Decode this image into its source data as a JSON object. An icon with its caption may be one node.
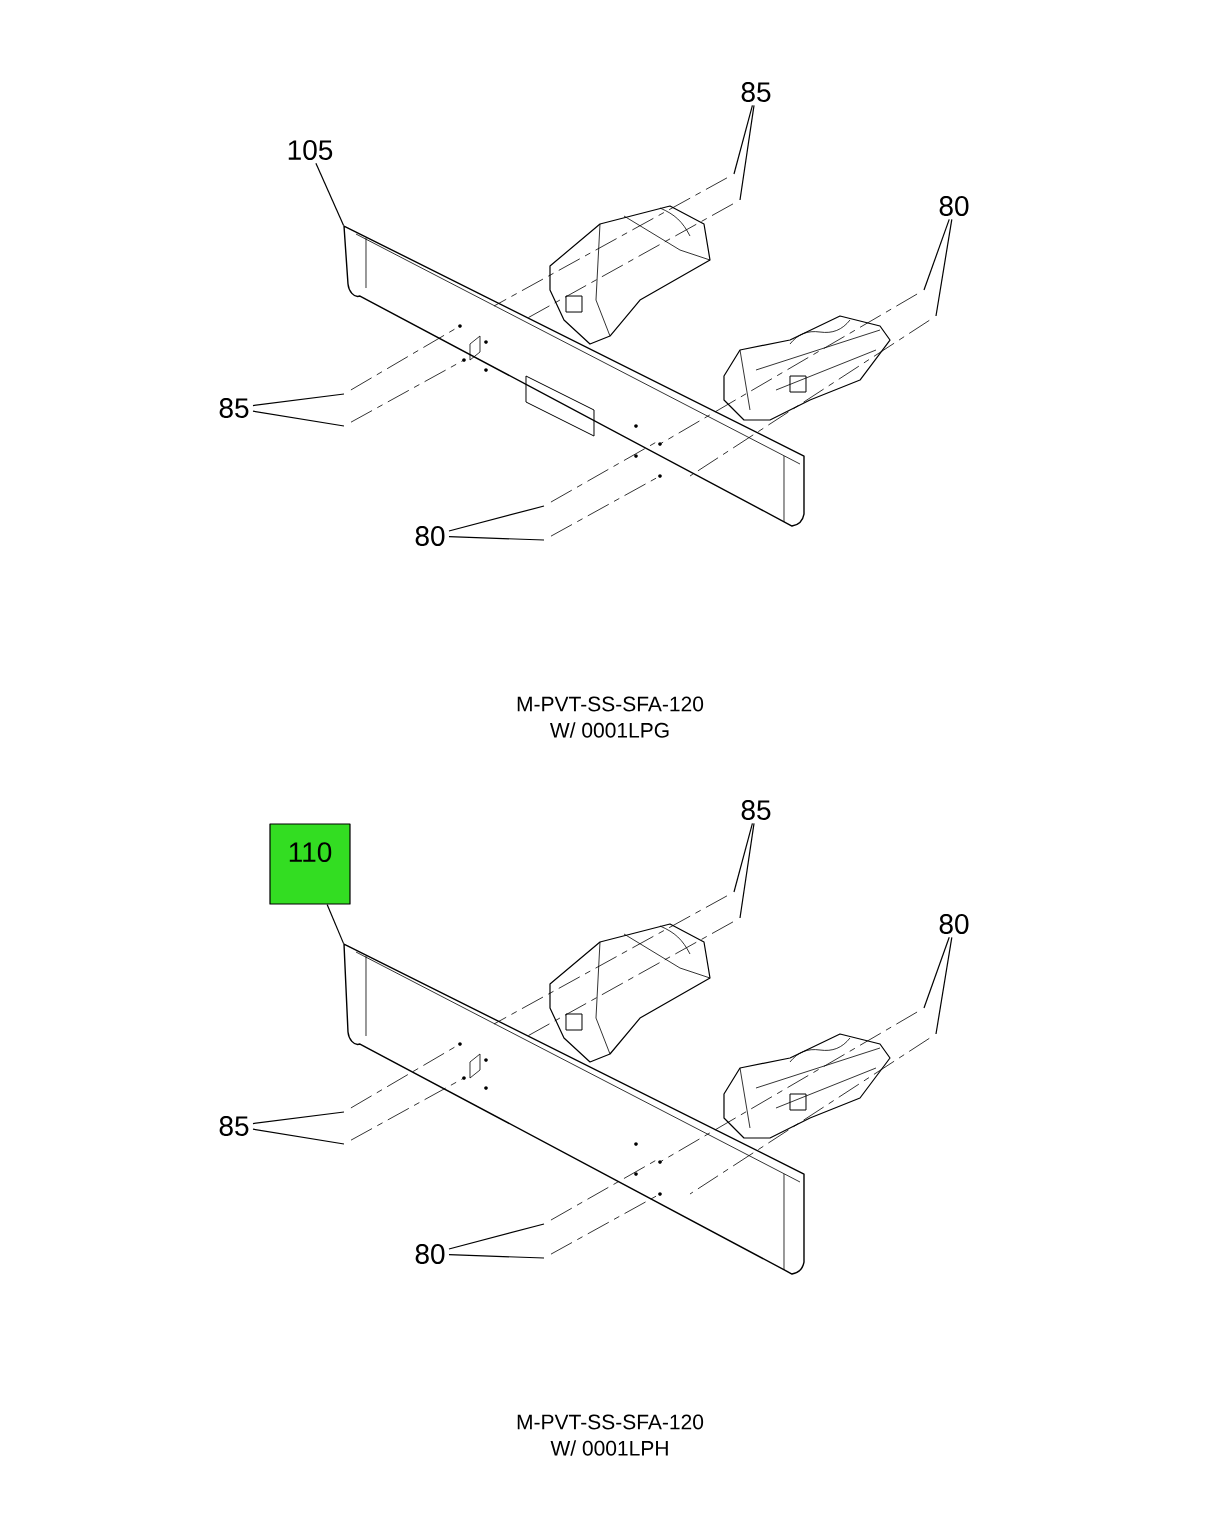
{
  "diagram": {
    "nodes": [
      {
        "text": [
          "105"
        ]
      },
      {
        "text": [],
        "shape": "picture"
      },
      {
        "text": [
          "85"
        ]
      },
      {
        "text": [
          "80"
        ]
      },
      {
        "text": [
          "85"
        ]
      },
      {
        "text": [
          "80"
        ]
      },
      {
        "text": [
          "110"
        ]
      },
      {
        "text": [],
        "shape": "picture"
      },
      {
        "text": [
          "85"
        ]
      },
      {
        "text": [
          "80"
        ]
      },
      {
        "text": [
          "85"
        ]
      },
      {
        "text": [
          "80"
        ]
      }
    ],
    "edges": [
      {
        "from": 0,
        "to": 1,
        "arrow": "none"
      },
      {
        "from": 2,
        "to": null,
        "arrow": "none"
      },
      {
        "from": 2,
        "to": null,
        "arrow": "none"
      },
      {
        "from": 3,
        "to": null,
        "arrow": "none"
      },
      {
        "from": 3,
        "to": null,
        "arrow": "none"
      },
      {
        "from": 4,
        "to": null,
        "arrow": "none"
      },
      {
        "from": 4,
        "to": null,
        "arrow": "none"
      },
      {
        "from": 5,
        "to": null,
        "arrow": "none"
      },
      {
        "from": 5,
        "to": null,
        "arrow": "none"
      },
      {
        "from": 6,
        "to": 7,
        "arrow": "none"
      },
      {
        "from": 8,
        "to": null,
        "arrow": "none"
      },
      {
        "from": 8,
        "to": null,
        "arrow": "none"
      },
      {
        "from": 9,
        "to": null,
        "arrow": "none"
      },
      {
        "from": 9,
        "to": null,
        "arrow": "none"
      },
      {
        "from": 10,
        "to": null,
        "arrow": "none"
      },
      {
        "from": 10,
        "to": null,
        "arrow": "none"
      },
      {
        "from": 11,
        "to": null,
        "arrow": "none"
      },
      {
        "from": 11,
        "to": null,
        "arrow": "none"
      }
    ],
    "labels": [
      "M-PVT-SS-SFA-120",
      "W/ 0001LPG",
      "M-PVT-SS-SFA-120",
      "W/ 0001LPH"
    ]
  }
}
